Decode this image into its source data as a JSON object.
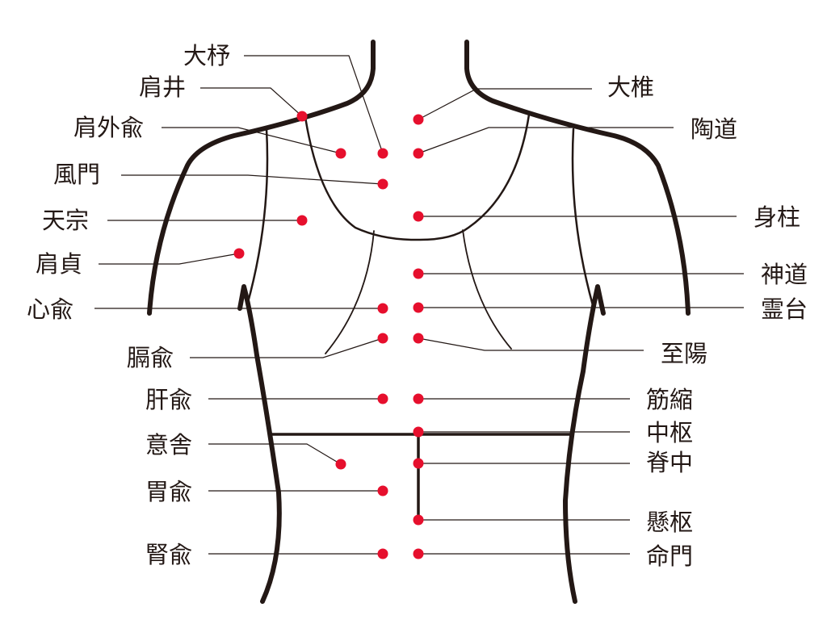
{
  "title": "Back acupuncture points",
  "colors": {
    "point": "#e60f2d",
    "line": "#231815"
  },
  "left_labels": {
    "dazhu": "大杼",
    "jianjing": "肩井",
    "jianwaishu": "肩外兪",
    "fengmen": "風門",
    "tianzong": "天宗",
    "jianzhen": "肩貞",
    "xinshu": "心兪",
    "geshu": "膈兪",
    "ganshu": "肝兪",
    "yishe": "意舎",
    "weishu": "胃兪",
    "shenshu": "腎兪"
  },
  "right_labels": {
    "dazhui": "大椎",
    "taodao": "陶道",
    "shenzhu": "身柱",
    "shendao": "神道",
    "lingtai": "霊台",
    "zhiyang": "至陽",
    "jinsuo": "筋縮",
    "zhongshu": "中枢",
    "jizhong": "脊中",
    "xuanshu": "懸枢",
    "mingmen": "命門"
  }
}
